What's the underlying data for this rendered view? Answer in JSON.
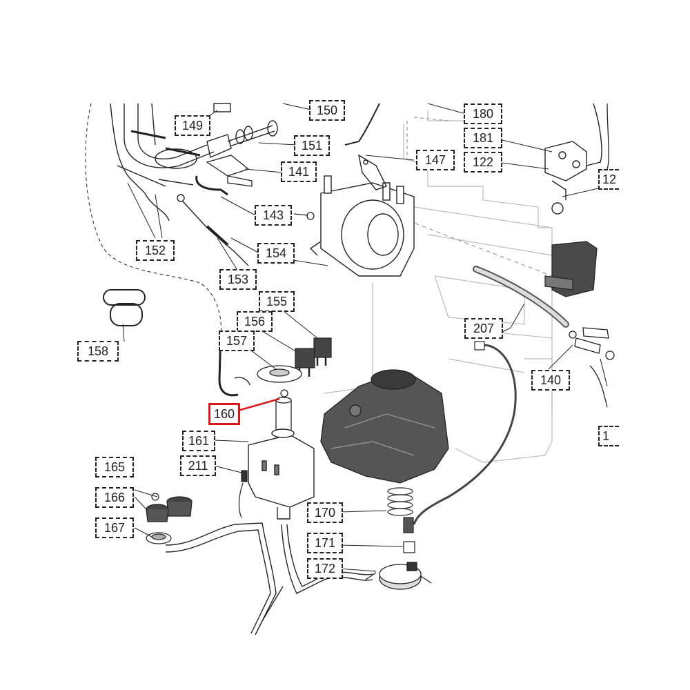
{
  "diagram": {
    "accent_color": "#d61a1a",
    "line_color": "#222222",
    "part_fill_dark": "#4a4a4a",
    "highlighted_part": "160",
    "callouts": [
      {
        "id": "c-149",
        "label": "149"
      },
      {
        "id": "c-150",
        "label": "150"
      },
      {
        "id": "c-180",
        "label": "180"
      },
      {
        "id": "c-181",
        "label": "181"
      },
      {
        "id": "c-151",
        "label": "151"
      },
      {
        "id": "c-147",
        "label": "147"
      },
      {
        "id": "c-122",
        "label": "122"
      },
      {
        "id": "c-141",
        "label": "141"
      },
      {
        "id": "c-12a",
        "label": "12"
      },
      {
        "id": "c-143",
        "label": "143"
      },
      {
        "id": "c-152",
        "label": "152"
      },
      {
        "id": "c-154",
        "label": "154"
      },
      {
        "id": "c-153",
        "label": "153"
      },
      {
        "id": "c-155",
        "label": "155"
      },
      {
        "id": "c-156",
        "label": "156"
      },
      {
        "id": "c-158",
        "label": "158"
      },
      {
        "id": "c-157",
        "label": "157"
      },
      {
        "id": "c-207",
        "label": "207"
      },
      {
        "id": "c-140",
        "label": "140"
      },
      {
        "id": "c-160",
        "label": "160"
      },
      {
        "id": "c-161",
        "label": "161"
      },
      {
        "id": "c-1b",
        "label": "1"
      },
      {
        "id": "c-211",
        "label": "211"
      },
      {
        "id": "c-165",
        "label": "165"
      },
      {
        "id": "c-166",
        "label": "166"
      },
      {
        "id": "c-170",
        "label": "170"
      },
      {
        "id": "c-167",
        "label": "167"
      },
      {
        "id": "c-171",
        "label": "171"
      },
      {
        "id": "c-172",
        "label": "172"
      }
    ]
  }
}
